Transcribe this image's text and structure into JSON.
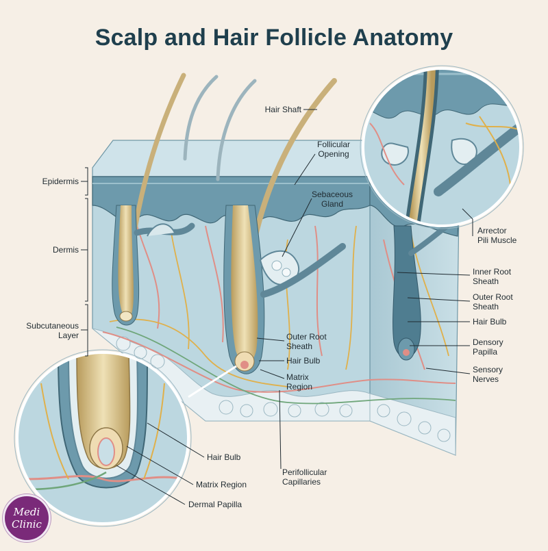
{
  "title": "Scalp and Hair Follicle Anatomy",
  "layers": {
    "epidermis": "Epidermis",
    "dermis": "Dermis",
    "subcutaneous": "Subcutaneous\nLayer"
  },
  "labels": {
    "hair_shaft": "Hair Shaft",
    "follicular_opening": "Follicular\nOpening",
    "sebaceous_gland": "Sebaceous\nGland",
    "arrector_pili": "Arrector\nPili Muscle",
    "inner_root_sheath": "Inner Root\nSheath",
    "outer_root_sheath_right": "Outer Root\nSheath",
    "hair_bulb_right": "Hair Bulb",
    "densory_papilla": "Densory\nPapilla",
    "sensory_nerves": "Sensory\nNerves",
    "outer_root_sheath_center": "Outer Root\nSheath",
    "hair_bulb_center": "Hair Bulb",
    "matrix_region_center": "Matrix\nRegion",
    "perifollicular_capillaries": "Perifollicular\nCapillaries",
    "hair_bulb_inset": "Hair Bulb",
    "matrix_region_inset": "Matrix Region",
    "dermal_papilla_inset": "Dermal Papilla"
  },
  "logo": {
    "line1": "Medi",
    "line2": "Clinic"
  },
  "colors": {
    "skin": "#b9d5de",
    "epidermis": "#6d9aac",
    "hair": "#d8c08a",
    "nerve": "#e0b04a",
    "vessel": "#e08e86",
    "fat": "#e6eef1",
    "outline": "#3f6675"
  }
}
